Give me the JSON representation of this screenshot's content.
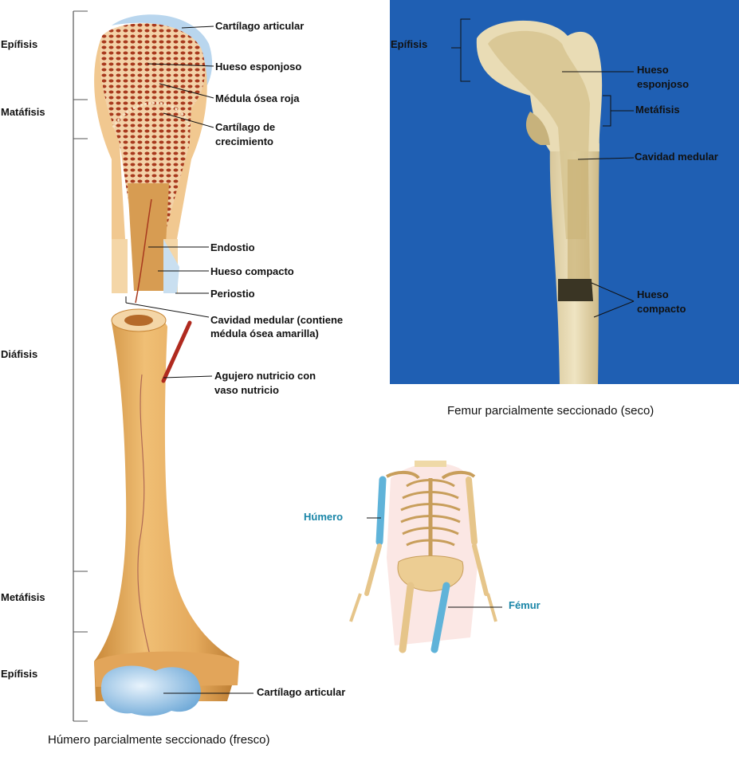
{
  "humerus": {
    "regions": {
      "epifisis_top": "Epífisis",
      "metafisis_top": "Matáfisis",
      "diafisis": "Diáfisis",
      "metafisis_bottom": "Metáfisis",
      "epifisis_bottom": "Epífisis"
    },
    "labels": {
      "cartilago_articular_top": "Cartílago articular",
      "hueso_esponjoso": "Hueso esponjoso",
      "medula_roja": "Médula ósea roja",
      "cartilago_crecimiento": "Cartílago de crecimiento",
      "endostio": "Endostio",
      "hueso_compacto": "Hueso compacto",
      "periostio": "Periostio",
      "cavidad_medular": "Cavidad medular (contiene médula ósea amarilla)",
      "agujero_nutricio": "Agujero nutricio con vaso   nutricio",
      "cartilago_articular_bottom": "Cartílago articular"
    },
    "caption": "Húmero parcialmente seccionado (fresco)"
  },
  "femur_photo": {
    "labels": {
      "epifisis": "Epífisis",
      "hueso_esponjoso": "Hueso esponjoso",
      "metafisis": "Metáfisis",
      "cavidad_medular": "Cavidad medular",
      "hueso_compacto": "Hueso compacto"
    },
    "caption": "Femur parcialmente seccionado (seco)",
    "background_color": "#1f5fb3"
  },
  "skeleton": {
    "humero": "Húmero",
    "femur": "Fémur",
    "highlight_color": "#5fb3d9"
  },
  "colors": {
    "bone": "#e8b46a",
    "bone_dark": "#c9883e",
    "marrow_red": "#a83a1f",
    "cartilage": "#a9cbe8"
  }
}
